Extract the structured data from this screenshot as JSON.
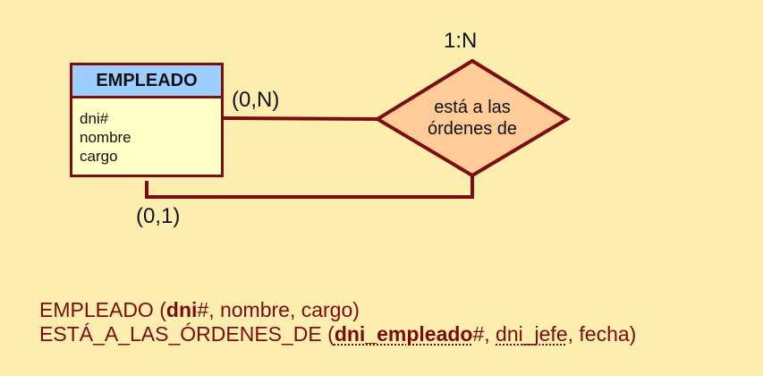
{
  "diagram": {
    "entity": {
      "name": "EMPLEADO",
      "attributes": [
        "dni#",
        "nombre",
        "cargo"
      ]
    },
    "relationship": {
      "line1": "está a las",
      "line2": "órdenes de",
      "cardinality": "1:N"
    },
    "participation_top": "(0,N)",
    "participation_bottom": "(0,1)"
  },
  "relational": {
    "line1": {
      "table": "EMPLEADO",
      "open": " (",
      "key": "dni",
      "key_mark": "#",
      "sep1": ", ",
      "attr1": "nombre",
      "sep2": ", ",
      "attr2": "cargo",
      "close": ")"
    },
    "line2": {
      "table": "ESTÁ_A_LAS_ÓRDENES_DE",
      "open": " (",
      "key": "dni_empleado",
      "key_mark": "#",
      "sep1": ", ",
      "fk": "dni_jefe",
      "sep2": ", ",
      "attr": "fecha",
      "close": ")"
    }
  },
  "colors": {
    "background": "#fdeeb0",
    "line": "#7b0f0f",
    "entity_header": "#9ecdff",
    "entity_body": "#ffffc8",
    "diamond": "#ffcc99",
    "relational_text": "#7a0b0b"
  }
}
